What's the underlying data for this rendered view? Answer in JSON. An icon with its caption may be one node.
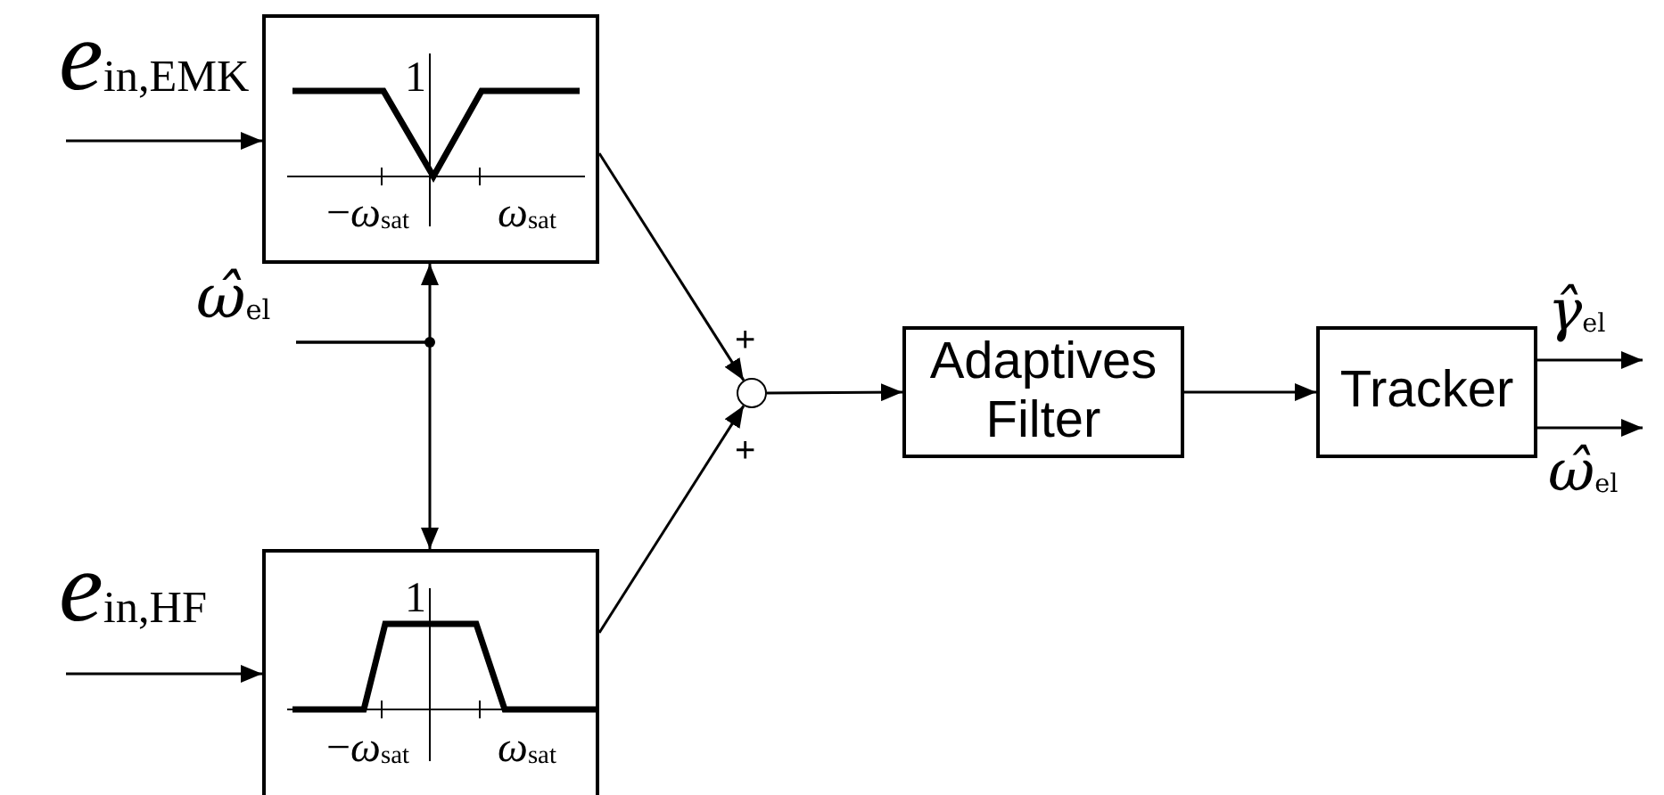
{
  "diagram": {
    "nodes": [
      {
        "text": [
          "1",
          "−*ω*$_{sat}$",
          "*ω*$_{sat}$"
        ]
      },
      {
        "text": [
          "*ω̂*$_{el}$"
        ]
      },
      {
        "text": [
          "1",
          "−*ω*$_{sat}$",
          "*ω*$_{sat}$"
        ]
      },
      {
        "text": [],
        "shape": "circle"
      },
      {
        "text": [
          "Adaptives Filter"
        ]
      },
      {
        "text": [
          "Tracker"
        ]
      }
    ],
    "edges": [
      {
        "from": null,
        "to": 0,
        "arrow": "to",
        "label": "*e*$_{in,EMK}$"
      },
      {
        "from": 1,
        "to": 0,
        "arrow": "to"
      },
      {
        "from": 1,
        "to": 2,
        "arrow": "to"
      },
      {
        "from": null,
        "to": 2,
        "arrow": "to",
        "label": "*e*$_{in,HF}$"
      },
      {
        "from": 0,
        "to": 3,
        "arrow": "to",
        "label": "+"
      },
      {
        "from": 2,
        "to": 3,
        "arrow": "to",
        "label": "+"
      },
      {
        "from": 3,
        "to": 4,
        "arrow": "to"
      },
      {
        "from": 4,
        "to": 5,
        "arrow": "to"
      },
      {
        "from": 5,
        "to": null,
        "arrow": "to",
        "label": "*γ̂*$_{el}$"
      },
      {
        "from": 5,
        "to": null,
        "arrow": "to",
        "label": "*ω̂*$_{el}$"
      }
    ]
  }
}
